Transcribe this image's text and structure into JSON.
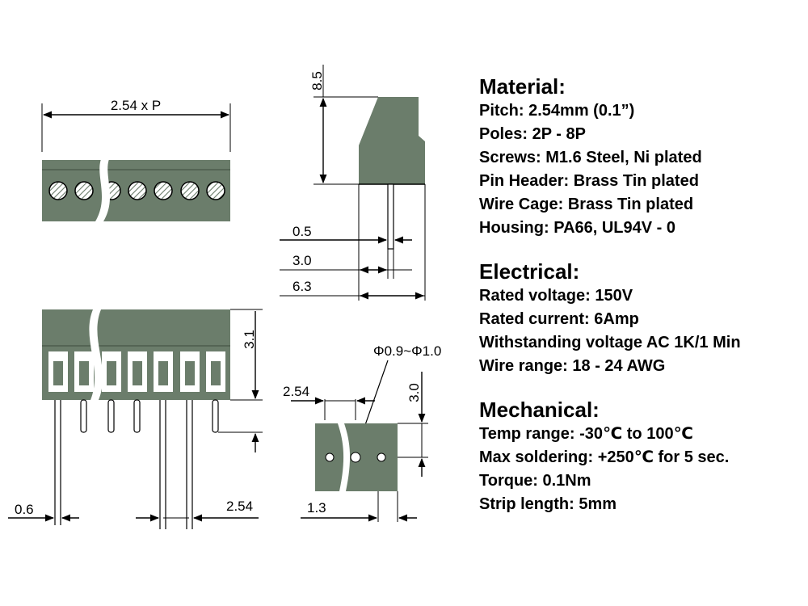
{
  "dimensions": {
    "pitch_total": "2.54 x P",
    "height_top": "8.5",
    "pin_width": "0.5",
    "pin_offset": "3.0",
    "depth": "6.3",
    "pin_height": "3.1",
    "hole_diameter": "Φ0.9~Φ1.0",
    "side_pitch": "2.54",
    "side_height": "3.0",
    "side_offset": "1.3",
    "pin_thickness": "0.6",
    "bottom_pitch": "2.54"
  },
  "specs": {
    "material": {
      "heading": "Material:",
      "lines": [
        "Pitch: 2.54mm (0.1”)",
        "Poles: 2P - 8P",
        "Screws: M1.6 Steel, Ni plated",
        "Pin Header: Brass Tin plated",
        "Wire Cage: Brass Tin plated",
        "Housing: PA66, UL94V - 0"
      ]
    },
    "electrical": {
      "heading": "Electrical:",
      "lines": [
        "Rated voltage: 150V",
        "Rated current: 6Amp",
        "Withstanding voltage AC 1K/1 Min",
        "Wire range: 18 - 24 AWG"
      ]
    },
    "mechanical": {
      "heading": "Mechanical:",
      "lines": [
        "Temp range: -30℃ to 100℃",
        "Max soldering: +250℃ for 5 sec.",
        "Torque: 0.1Nm",
        "Strip length: 5mm"
      ]
    }
  },
  "colors": {
    "housing": "#6b7d6b",
    "housing_dark": "#4d5d4d",
    "line": "#000000",
    "background": "#ffffff"
  }
}
